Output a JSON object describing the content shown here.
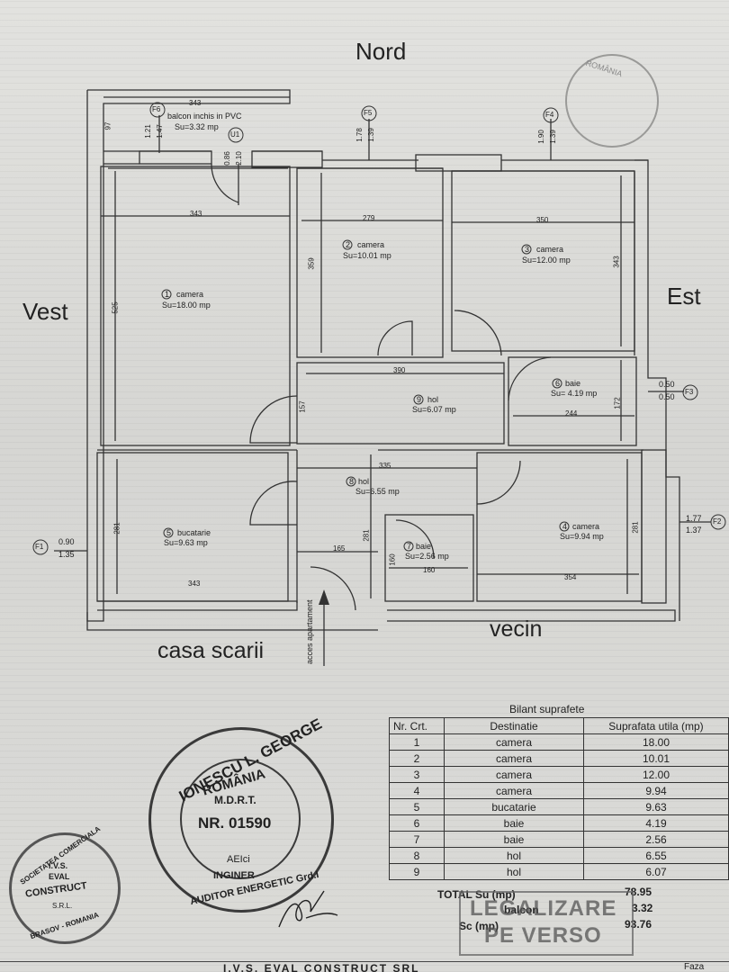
{
  "compass": {
    "north": "Nord",
    "west": "Vest",
    "east": "Est"
  },
  "surroundings": {
    "stairs": "casa scarii",
    "neighbor": "vecin",
    "access": "acces apartament"
  },
  "balcony": {
    "label": "balcon inchis in PVC",
    "area": "Su=3.32 mp",
    "width": "343",
    "depth": "97"
  },
  "rooms": [
    {
      "no": "1",
      "name": "camera",
      "area": "Su=18.00 mp",
      "w": "343",
      "h": "525"
    },
    {
      "no": "2",
      "name": "camera",
      "area": "Su=10.01 mp",
      "w": "279",
      "h": "359"
    },
    {
      "no": "3",
      "name": "camera",
      "area": "Su=12.00 mp",
      "w": "350",
      "h": "343"
    },
    {
      "no": "4",
      "name": "camera",
      "area": "Su=9.94 mp",
      "w": "354",
      "h": "281"
    },
    {
      "no": "5",
      "name": "bucatarie",
      "area": "Su=9.63 mp",
      "w": "343",
      "h": "281"
    },
    {
      "no": "6",
      "name": "baie",
      "area": "Su= 4.19 mp",
      "w": "244",
      "h": "172"
    },
    {
      "no": "7",
      "name": "baie",
      "area": "Su=2.56 mp",
      "w": "160",
      "h": "160"
    },
    {
      "no": "8",
      "name": "hol",
      "area": "Su=6.55 mp",
      "w": "335",
      "h": "281",
      "w2": "165"
    },
    {
      "no": "9",
      "name": "hol",
      "area": "Su=6.07 mp",
      "w": "390",
      "h": "157"
    }
  ],
  "openings": [
    {
      "tag": "F6",
      "a": "1.21",
      "b": "1.47"
    },
    {
      "tag": "U1",
      "a": "0.86",
      "b": "2.10"
    },
    {
      "tag": "F5",
      "a": "1.78",
      "b": "1.39"
    },
    {
      "tag": "F4",
      "a": "1.90",
      "b": "1.39"
    },
    {
      "tag": "F3",
      "a": "0.50",
      "b": "0.50"
    },
    {
      "tag": "F2",
      "a": "1.77",
      "b": "1.37"
    },
    {
      "tag": "F1",
      "a": "0.90",
      "b": "1.35"
    }
  ],
  "table": {
    "title": "Bilant suprafete",
    "headers": [
      "Nr. Crt.",
      "Destinatie",
      "Suprafata utila (mp)"
    ],
    "rows": [
      [
        "1",
        "camera",
        "18.00"
      ],
      [
        "2",
        "camera",
        "10.01"
      ],
      [
        "3",
        "camera",
        "12.00"
      ],
      [
        "4",
        "camera",
        "9.94"
      ],
      [
        "5",
        "bucatarie",
        "9.63"
      ],
      [
        "6",
        "baie",
        "4.19"
      ],
      [
        "7",
        "baie",
        "2.56"
      ],
      [
        "8",
        "hol",
        "6.55"
      ],
      [
        "9",
        "hol",
        "6.07"
      ]
    ],
    "total_su_label": "TOTAL Su (mp)",
    "total_su": "78.95",
    "balcon_label": "balcon",
    "balcon": "3.32",
    "sc_label": "Sc (mp)",
    "sc": "93.76"
  },
  "stamps": {
    "engineer_top": "IONESCU L. GEORGE",
    "engineer_country": "ROMÂNIA",
    "engineer_ministry": "M.D.R.T.",
    "engineer_nr": "NR. 01590",
    "engineer_code": "AEIci",
    "engineer_title": "INGINER",
    "engineer_bottom": "AUDITOR ENERGETIC Grd.I",
    "company_top": "SOCIETATEA COMERCIALA",
    "company_l1": "I.V.S.",
    "company_l2": "EVAL",
    "company_l3": "CONSTRUCT",
    "company_l4": "S.R.L.",
    "company_bottom": "BRASOV - ROMANIA",
    "corner_top": "ROMÂNIA",
    "legalizare_l1": "LEGALIZARE",
    "legalizare_l2": "PE VERSO"
  },
  "footer": {
    "company": "I.V.S. EVAL CONSTRUCT SRL",
    "faza": "Faza"
  }
}
